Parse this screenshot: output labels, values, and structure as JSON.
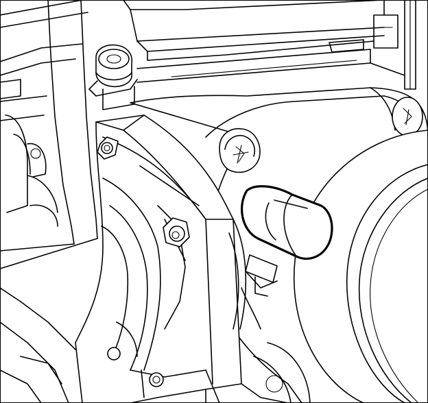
{
  "figure": {
    "kind": "technical line drawing",
    "colors": {
      "line": "#000000",
      "background": "#ffffff"
    },
    "components": [
      "throttle-body-housing",
      "throttle-bore",
      "connector-housing",
      "mounting-bolt",
      "torx-screw",
      "highlighted-sensor-plug"
    ]
  }
}
